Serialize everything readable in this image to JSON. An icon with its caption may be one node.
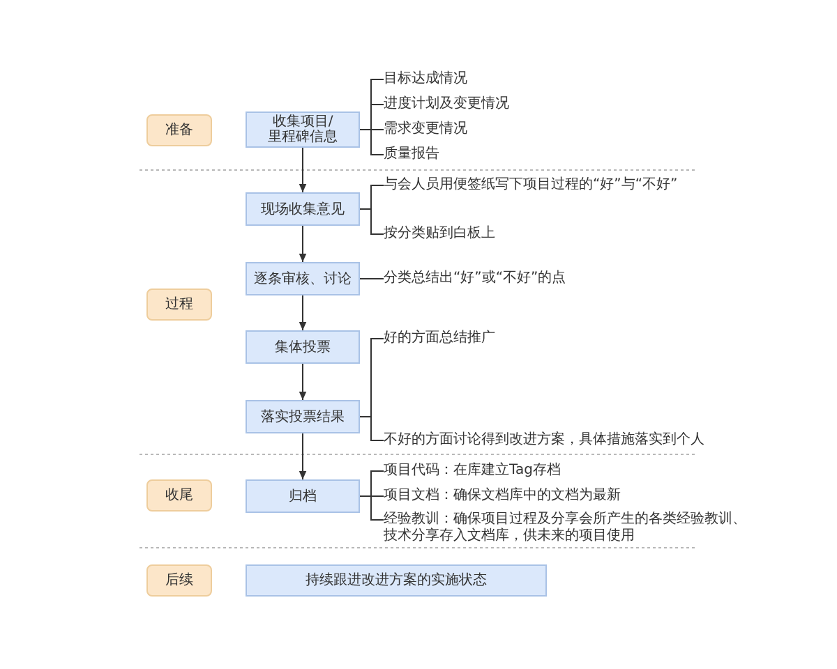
{
  "diagram": {
    "nodes": [
      {
        "text": [
          "准备"
        ]
      },
      {
        "text": [
          "收集项目/里程碑信息"
        ]
      },
      {
        "text": [
          "目标达成情况"
        ]
      },
      {
        "text": [
          "进度计划及变更情况"
        ]
      },
      {
        "text": [
          "需求变更情况"
        ]
      },
      {
        "text": [
          "质量报告"
        ]
      },
      {
        "text": [
          "现场收集意见"
        ]
      },
      {
        "text": [
          "与会人员用便签纸写下项目过程的“好”与“不好”"
        ]
      },
      {
        "text": [
          "按分类贴到白板上"
        ]
      },
      {
        "text": [
          "逐条审核、讨论"
        ]
      },
      {
        "text": [
          "分类总结出“好”或“不好”的点"
        ]
      },
      {
        "text": [
          "过程"
        ]
      },
      {
        "text": [
          "集体投票"
        ]
      },
      {
        "text": [
          "落实投票结果"
        ]
      },
      {
        "text": [
          "好的方面总结推广"
        ]
      },
      {
        "text": [
          "不好的方面讨论得到改进方案，具体措施落实到个人"
        ]
      },
      {
        "text": [
          "收尾"
        ]
      },
      {
        "text": [
          "归档"
        ]
      },
      {
        "text": [
          "项目代码：在库建立Tag存档"
        ]
      },
      {
        "text": [
          "项目文档：确保文档库中的文档为最新"
        ]
      },
      {
        "text": [
          "经验教训：确保项目过程及分享会所产生的各类经验教训、技术分享存入文档库，供未来的项目使用"
        ]
      },
      {
        "text": [
          "后续"
        ]
      },
      {
        "text": [
          "持续跟进改进方案的实施状态"
        ]
      }
    ],
    "edges": [
      {
        "from": 1,
        "to": 2,
        "arrow": "none"
      },
      {
        "from": 1,
        "to": 3,
        "arrow": "none"
      },
      {
        "from": 1,
        "to": 4,
        "arrow": "none"
      },
      {
        "from": 1,
        "to": 5,
        "arrow": "none"
      },
      {
        "from": 1,
        "to": 6,
        "arrow": "to"
      },
      {
        "from": 6,
        "to": 7,
        "arrow": "none"
      },
      {
        "from": 6,
        "to": 8,
        "arrow": "none"
      },
      {
        "from": 6,
        "to": 9,
        "arrow": "to"
      },
      {
        "from": 9,
        "to": 10,
        "arrow": "none"
      },
      {
        "from": 9,
        "to": 12,
        "arrow": "to"
      },
      {
        "from": 12,
        "to": 13,
        "arrow": "to"
      },
      {
        "from": 13,
        "to": 14,
        "arrow": "none"
      },
      {
        "from": 13,
        "to": 15,
        "arrow": "none"
      },
      {
        "from": 13,
        "to": 17,
        "arrow": "to"
      },
      {
        "from": 17,
        "to": 18,
        "arrow": "none"
      },
      {
        "from": 17,
        "to": 19,
        "arrow": "none"
      },
      {
        "from": 17,
        "to": 20,
        "arrow": "none"
      }
    ]
  }
}
